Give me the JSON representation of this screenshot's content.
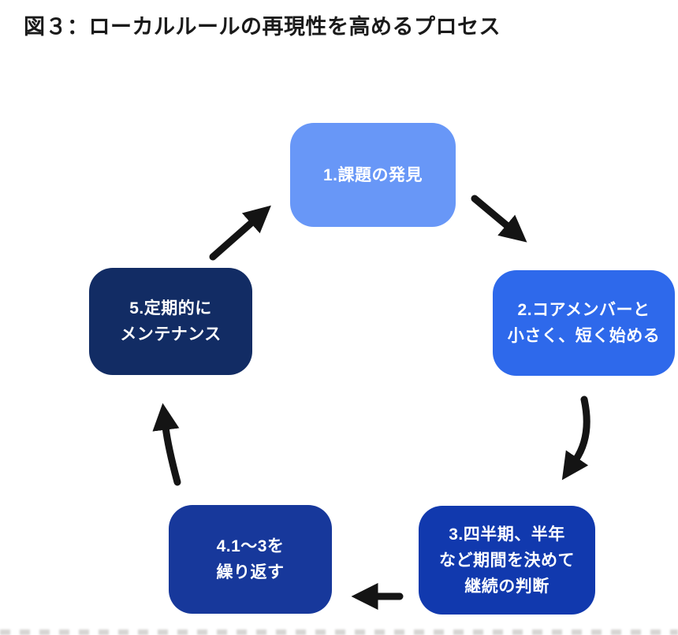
{
  "title": "図３：ローカルルールの再現性を高めるプロセス",
  "diagram": {
    "type": "cycle-process",
    "arrow_color": "#141414",
    "steps": [
      {
        "name": "step-1",
        "color": "#6897F7",
        "lines": [
          "1.課題の発見",
          "",
          ""
        ]
      },
      {
        "name": "step-2",
        "color": "#2E69EB",
        "lines": [
          "2.コアメンバーと",
          "小さく、短く始める",
          ""
        ]
      },
      {
        "name": "step-3",
        "color": "#1139AE",
        "lines": [
          "3.四半期、半年",
          "など期間を決めて",
          "継続の判断"
        ]
      },
      {
        "name": "step-4",
        "color": "#17389B",
        "lines": [
          "4.1～3を",
          "繰り返す",
          ""
        ]
      },
      {
        "name": "step-5",
        "color": "#122C64",
        "lines": [
          "5.定期的に",
          "メンテナンス",
          ""
        ]
      }
    ]
  }
}
